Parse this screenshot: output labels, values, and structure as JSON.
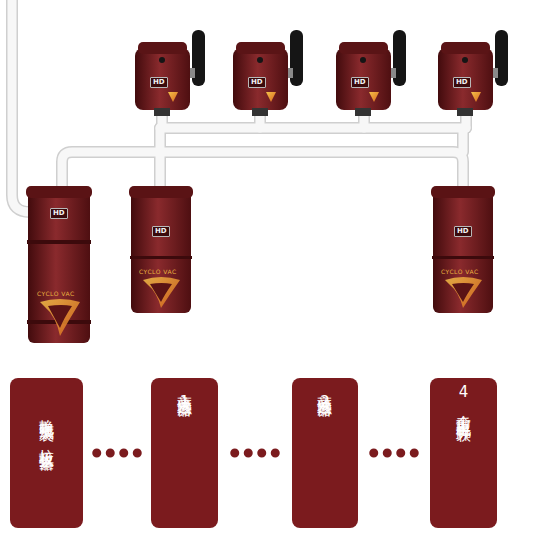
{
  "diagram": {
    "nodes": [
      {
        "text": [
          "静电集成袋 垃圾收集器"
        ]
      },
      {
        "text": [
          "高效过滤器1"
        ]
      },
      {
        "text": [
          "高效过滤器2"
        ]
      },
      {
        "text": [
          "4个重型电机并联"
        ]
      }
    ],
    "edges": [
      {
        "from": 0,
        "to": 1,
        "arrow": "none"
      },
      {
        "from": 1,
        "to": 2,
        "arrow": "none"
      },
      {
        "from": 2,
        "to": 3,
        "arrow": "none"
      }
    ],
    "labels": [
      "HD",
      "HD",
      "HD",
      "HD",
      "HD",
      "CYCLO VAC",
      "HD",
      "CYCLO VAC",
      "HD",
      "CYCLO VAC"
    ]
  }
}
